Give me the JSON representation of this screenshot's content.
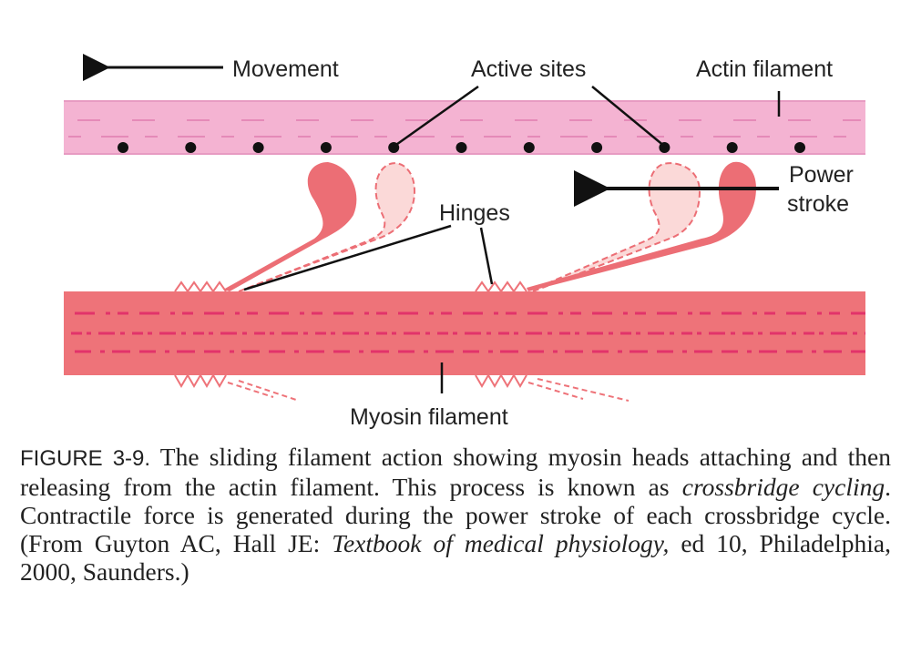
{
  "labels": {
    "movement": "Movement",
    "active_sites": "Active sites",
    "actin_filament": "Actin filament",
    "power": "Power",
    "stroke": "stroke",
    "hinges": "Hinges",
    "myosin_filament": "Myosin filament"
  },
  "caption": {
    "figure_label": "FIGURE 3-9.",
    "part1": " The sliding filament action showing myosin heads attaching and then releasing from the actin filament. This process is known as ",
    "italic1": "crossbridge cycling",
    "part2": ". Contractile force is generated during the power stroke of each crossbridge cycle. (From Guyton AC, Hall JE: ",
    "italic2": "Textbook of medical physiology,",
    "part3": " ed 10, Philadelphia, 2000, Saunders.)"
  },
  "colors": {
    "actin": "#f4b3d2",
    "myosin": "#ee7379",
    "head": "#ec6e75",
    "head_light": "#fbd9d8",
    "dash": "#e2336a"
  }
}
